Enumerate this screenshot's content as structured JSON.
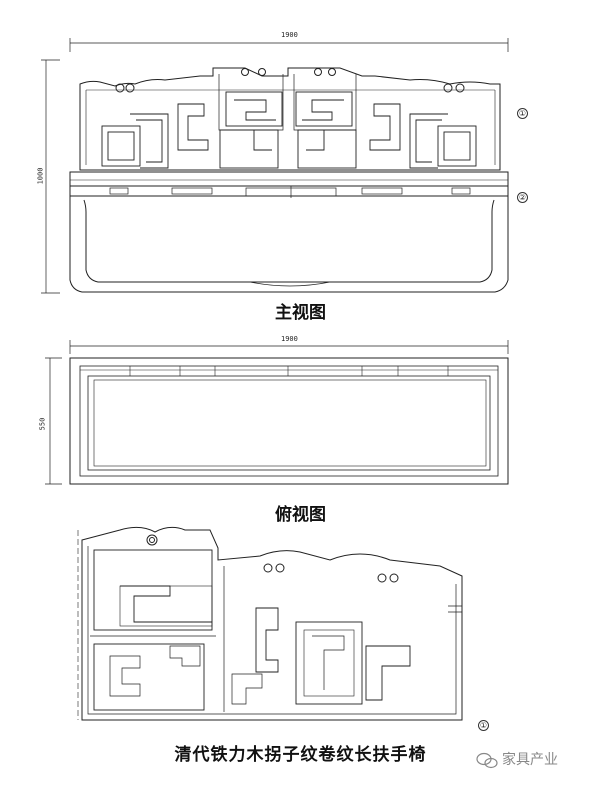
{
  "front_view": {
    "caption": "主视图",
    "width_dim": "1900",
    "height_dim": "1000",
    "part_marks": [
      "①",
      "②"
    ]
  },
  "top_view": {
    "caption": "俯视图",
    "width_dim": "1900",
    "depth_dim": "550"
  },
  "detail_view": {
    "part_mark": "①"
  },
  "title": "清代铁力木拐子纹卷纹长扶手椅",
  "watermark": "家具产业",
  "colors": {
    "line": "#222222",
    "background": "#ffffff",
    "watermark": "#888888"
  }
}
